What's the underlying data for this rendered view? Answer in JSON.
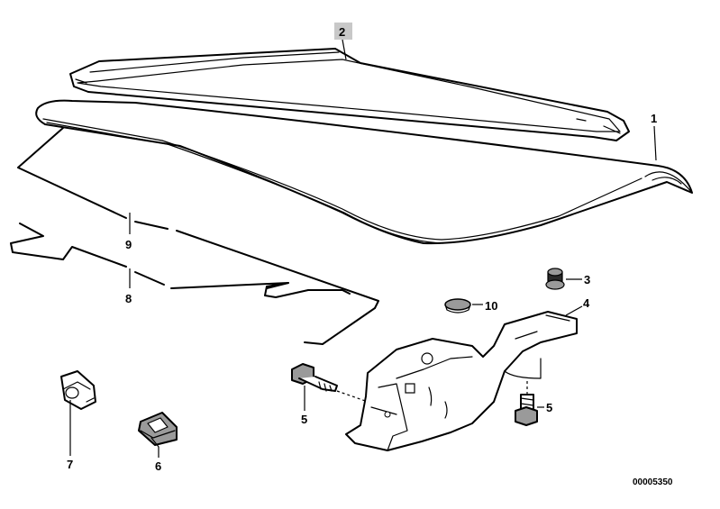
{
  "callouts": {
    "c1": "1",
    "c2": "2",
    "c3": "3",
    "c4": "4",
    "c5a": "5",
    "c5b": "5",
    "c6": "6",
    "c7": "7",
    "c8": "8",
    "c9": "9",
    "c10": "10"
  },
  "highlighted_callout": "2",
  "highlight_color": "#c8c8c8",
  "diagram_id": "00005350",
  "parts": [
    "trunk-lid",
    "trunk-lid-seal",
    "rubber-buffer",
    "hinge",
    "hex-bolt",
    "clip-nut",
    "cable-clip",
    "torsion-bar",
    "torsion-bar",
    "plug"
  ]
}
